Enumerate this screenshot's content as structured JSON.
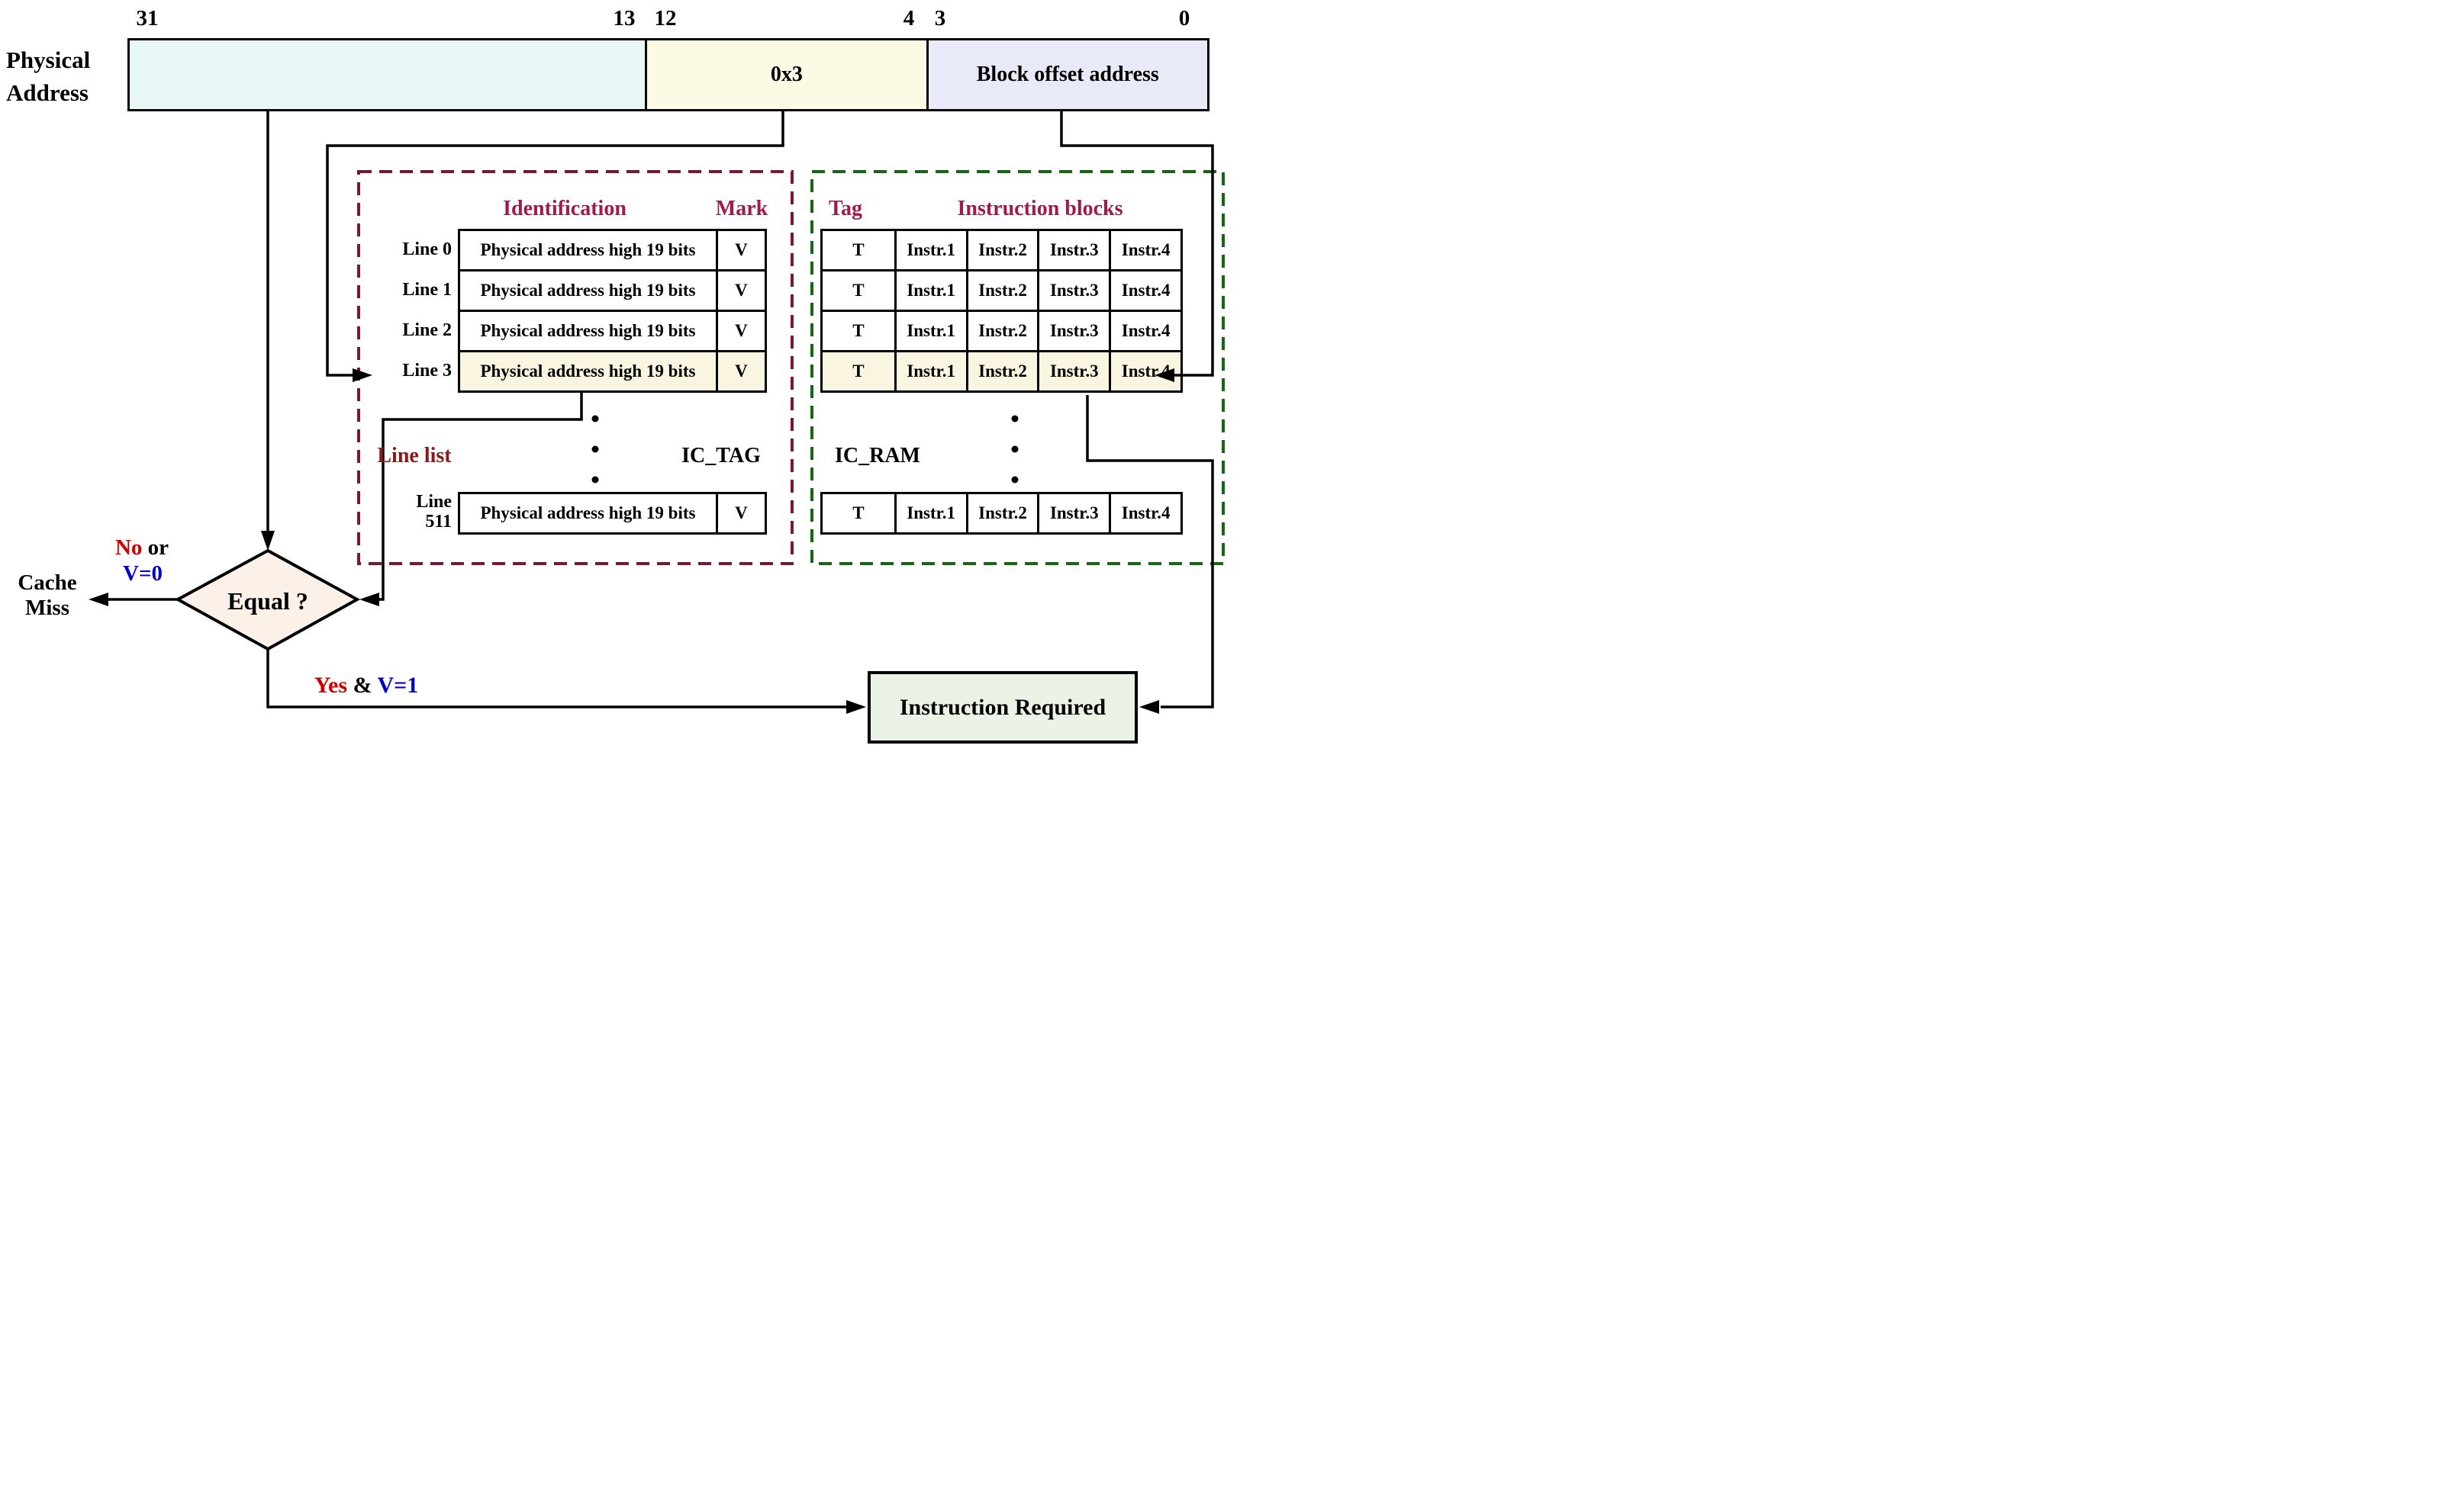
{
  "address_bar": {
    "label_line1": "Physical",
    "label_line2": "Address",
    "bits": [
      "31",
      "13",
      "12",
      "4",
      "3",
      "0"
    ],
    "sections": {
      "tag": "",
      "index": "0x3",
      "offset": "Block offset address"
    }
  },
  "ic_tag_box": {
    "header_identification": "Identification",
    "header_mark": "Mark",
    "line_labels": [
      "Line 0",
      "Line 1",
      "Line 2",
      "Line 3"
    ],
    "entry_text": "Physical address high 19 bits",
    "valid_flag": "V",
    "line_list_label": "Line list",
    "module_label": "IC_TAG",
    "last_line_label_line1": "Line",
    "last_line_label_line2": "511"
  },
  "ic_ram_box": {
    "header_tag": "Tag",
    "header_blocks": "Instruction blocks",
    "cells": [
      "T",
      "Instr.1",
      "Instr.2",
      "Instr.3",
      "Instr.4"
    ],
    "module_label": "IC_RAM"
  },
  "decision": {
    "label": "Equal ?"
  },
  "outcomes": {
    "no": "No",
    "or": " or",
    "v0": "V=0",
    "cache_miss_line1": "Cache",
    "cache_miss_line2": "Miss",
    "yes": "Yes",
    "amp": " & ",
    "v1": "V=1",
    "result": "Instruction Required"
  },
  "colors": {
    "tag_section_bg": "#E8F8F6",
    "index_section_bg": "#FCF9E4",
    "offset_section_bg": "#E8EBF7",
    "highlight_row_bg": "#FAF5E1",
    "diamond_bg": "#FCF1E9",
    "result_bg": "#EAF3E6",
    "maroon_dash": "#7A1733",
    "maroon_text": "#A01A4D",
    "green_dash": "#166616",
    "no_yes_red": "#CC0000",
    "valid_blue": "#0000CC",
    "line_list_red": "#8B1A1A"
  }
}
